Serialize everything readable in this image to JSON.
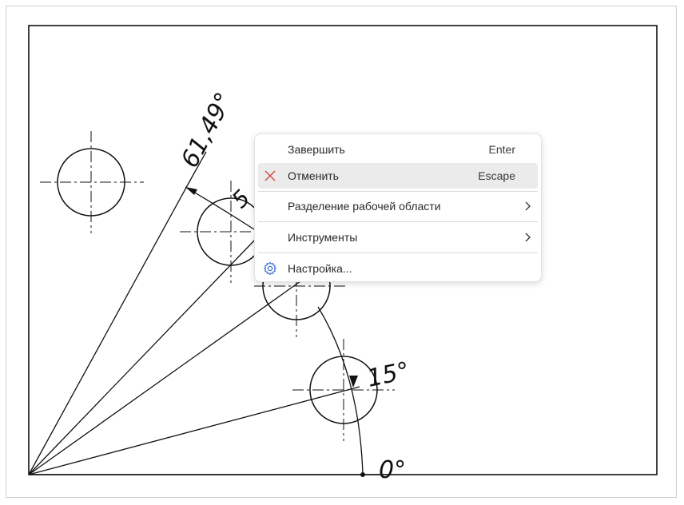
{
  "drawing": {
    "angle_labels": [
      "61,49°",
      "15°",
      "0°"
    ],
    "partial_angle_label": "5"
  },
  "context_menu": {
    "items": [
      {
        "label": "Завершить",
        "shortcut": "Enter",
        "icon": "",
        "submenu": false
      },
      {
        "label": "Отменить",
        "shortcut": "Escape",
        "icon": "close-icon",
        "submenu": false,
        "hovered": true
      },
      {
        "label": "Разделение рабочей области",
        "shortcut": "",
        "icon": "",
        "submenu": true
      },
      {
        "label": "Инструменты",
        "shortcut": "",
        "icon": "",
        "submenu": true
      },
      {
        "label": "Настройка...",
        "shortcut": "",
        "icon": "gear-icon",
        "submenu": false
      }
    ],
    "colors": {
      "cancel_icon": "#d24a3c",
      "gear_icon": "#3b6fd6",
      "hover_bg": "#ebebeb"
    }
  }
}
